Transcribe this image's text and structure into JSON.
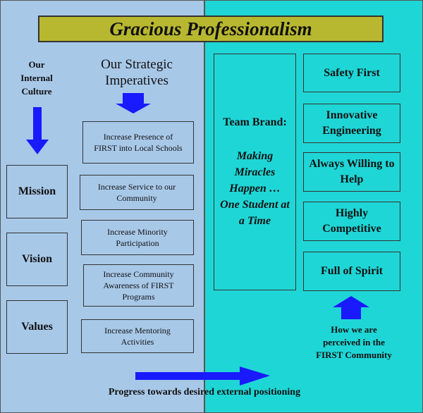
{
  "title": "Gracious Professionalism",
  "left": {
    "internal_culture_heading": "Our Internal Culture",
    "strategic_heading": "Our Strategic Imperatives",
    "values": [
      "Mission",
      "Vision",
      "Values"
    ],
    "imperatives": [
      "Increase Presence of FIRST into Local Schools",
      "Increase Service to our Community",
      "Increase Minority Participation",
      "Increase Community Awareness of FIRST Programs",
      "Increase Mentoring Activities"
    ]
  },
  "right": {
    "team_brand_label": "Team Brand:",
    "team_brand_slogan": "Making Miracles Happen … One Student at a Time",
    "attributes": [
      "Safety First",
      "Innovative Engineering",
      "Always Willing to Help",
      "Highly Competitive",
      "Full of Spirit"
    ],
    "perceived_caption": "How we are perceived in the FIRST Community"
  },
  "progress_caption": "Progress towards desired external positioning",
  "colors": {
    "left_panel": "#a8c8e8",
    "right_panel": "#1fd6d6",
    "title_bar": "#b8b830",
    "arrow": "#1a1aff"
  }
}
